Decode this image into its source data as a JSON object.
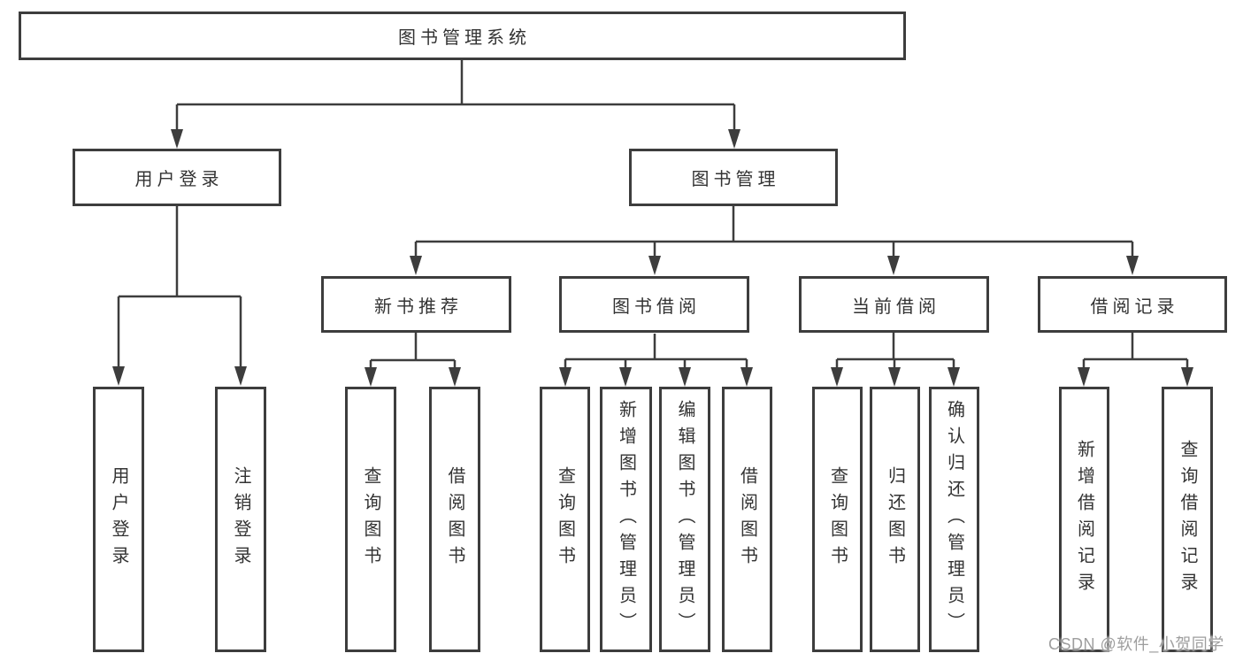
{
  "tree": {
    "root_label": "图书管理系统",
    "branches": [
      {
        "label": "用户登录",
        "leaves": [
          "用户登录",
          "注销登录"
        ]
      },
      {
        "label": "图书管理",
        "groups": [
          {
            "label": "新书推荐",
            "leaves": [
              "查询图书",
              "借阅图书"
            ]
          },
          {
            "label": "图书借阅",
            "leaves": [
              "查询图书",
              "新增图书（管理员）",
              "编辑图书（管理员）",
              "借阅图书"
            ]
          },
          {
            "label": "当前借阅",
            "leaves": [
              "查询图书",
              "归还图书",
              "确认归还（管理员）"
            ]
          },
          {
            "label": "借阅记录",
            "leaves": [
              "新增借阅记录",
              "查询借阅记录"
            ]
          }
        ]
      }
    ]
  },
  "watermark": {
    "text": "CSDN @软件_小贺同学"
  },
  "colors": {
    "line": "#3d3d3d",
    "text": "#333333",
    "box_fill": "#ffffff",
    "background": "#ffffff",
    "watermark": "#9e9e9e"
  }
}
